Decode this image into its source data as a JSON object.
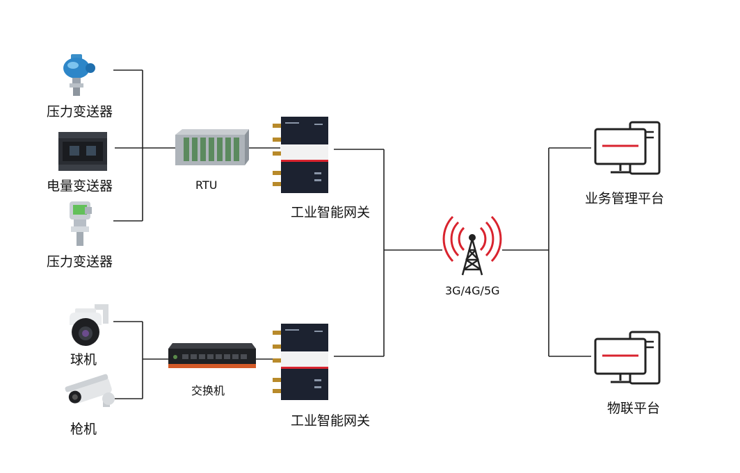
{
  "labels": {
    "pressure_transmitter_1": "压力变送器",
    "power_transmitter": "电量变送器",
    "pressure_transmitter_2": "压力变送器",
    "rtu": "RTU",
    "gateway_1": "工业智能网关",
    "dome_camera": "球机",
    "bullet_camera": "枪机",
    "switch": "交换机",
    "gateway_2": "工业智能网关",
    "network": "3G/4G/5G",
    "business_platform": "业务管理平台",
    "iot_platform": "物联平台"
  },
  "colors": {
    "line": "#222222",
    "signal": "#d9232e",
    "device_dark": "#1c2230",
    "monitor_red": "#d9232e"
  },
  "icons": [
    "pressure-transmitter-icon",
    "power-meter-icon",
    "rtu-rack-icon",
    "gateway-icon",
    "dome-camera-icon",
    "bullet-camera-icon",
    "switch-icon",
    "cell-tower-icon",
    "computer-icon"
  ]
}
